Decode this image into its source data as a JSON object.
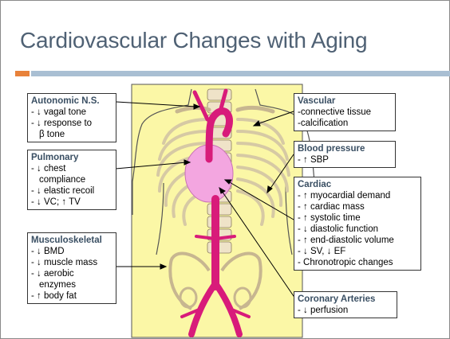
{
  "slide": {
    "title": "Cardiovascular Changes with Aging"
  },
  "boxes": {
    "autonomic": {
      "heading": "Autonomic N.S.",
      "lines": [
        "- ↓ vagal tone",
        "- ↓ response to",
        "β tone"
      ]
    },
    "pulmonary": {
      "heading": "Pulmonary",
      "lines": [
        "- ↓ chest",
        "compliance",
        "- ↓ elastic recoil",
        "- ↓ VC; ↑ TV"
      ]
    },
    "musculoskeletal": {
      "heading": "Musculoskeletal",
      "lines": [
        "- ↓ BMD",
        "- ↓ muscle mass",
        "- ↓ aerobic",
        "enzymes",
        "- ↑ body fat"
      ]
    },
    "vascular": {
      "heading": "Vascular",
      "lines": [
        "-connective tissue",
        "-calcification"
      ]
    },
    "blood_pressure": {
      "heading": "Blood pressure",
      "lines": [
        "- ↑ SBP"
      ]
    },
    "cardiac": {
      "heading": "Cardiac",
      "lines": [
        "- ↑ myocardial demand",
        "- ↑ cardiac mass",
        "- ↑ systolic time",
        "- ↓ diastolic function",
        "- ↑ end-diastolic volume",
        "- ↓ SV, ↓ EF",
        "- Chronotropic changes"
      ]
    },
    "coronary": {
      "heading": "Coronary Arteries",
      "lines": [
        "- ↓ perfusion"
      ]
    }
  },
  "colors": {
    "title": "#4f6174",
    "accent_orange": "#e8823a",
    "accent_blue": "#a9bfd3",
    "figure_bg": "#fbf7a6",
    "vessel": "#d81b7a",
    "heart": "#f3a6e0"
  }
}
